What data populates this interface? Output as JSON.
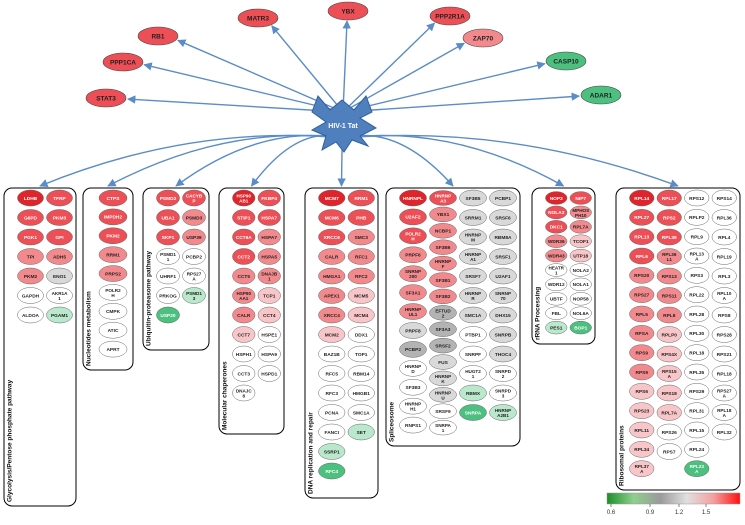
{
  "center": {
    "label": "HIV-1 Tat",
    "color": "#5b86bf"
  },
  "colors": {
    "red_dark": "#e0242b",
    "red": "#ec4f55",
    "red_mid": "#f28a8d",
    "red_light": "#f8c6c8",
    "white": "#ffffff",
    "grey_light": "#d9d9d9",
    "grey": "#b3b3b3",
    "green": "#4cc07f",
    "green_light": "#b9e8cc",
    "arrow": "#5a8cc7",
    "box_border": "#000000"
  },
  "top_nodes": [
    {
      "label": "MATR3",
      "color": "red"
    },
    {
      "label": "YBX",
      "color": "red"
    },
    {
      "label": "PPP2R1A",
      "color": "red"
    },
    {
      "label": "RB1",
      "color": "red"
    },
    {
      "label": "ZAP70",
      "color": "red_mid"
    },
    {
      "label": "PPP1CA",
      "color": "red"
    },
    {
      "label": "CASP10",
      "color": "green"
    },
    {
      "label": "ADAR1",
      "color": "green"
    },
    {
      "label": "STAT3",
      "color": "red"
    }
  ],
  "groups": [
    {
      "title": "Glycolysis/Pentose phosphate pathway",
      "cols": [
        [
          "LDHB",
          "G6PD",
          "PGK1",
          "TPI",
          "PKM2",
          "GAPDH",
          "ALDOA"
        ],
        [
          "TFRP",
          "PKM3",
          "GPI",
          "ADH5",
          "ENO1",
          "AKR1A 1",
          "PGAM1"
        ]
      ],
      "colors": [
        [
          "red_dark",
          "red",
          "red",
          "red_mid",
          "red_mid",
          "white",
          "white"
        ],
        [
          "red",
          "red",
          "red",
          "red_mid",
          "grey_light",
          "white",
          "green_light"
        ]
      ]
    },
    {
      "title": "Nucleotides metabolism",
      "cols": [
        [
          "CTPS",
          "IMPDH2",
          "PKM2",
          "RRM1",
          "PRPS2",
          "POLR2 H",
          "CMPK",
          "ATIC",
          "APRT"
        ]
      ],
      "colors": [
        [
          "red",
          "red",
          "red",
          "red_mid",
          "red_mid",
          "white",
          "white",
          "white",
          "white"
        ]
      ]
    },
    {
      "title": "Ubiquitin-proteasome pathway",
      "cols": [
        [
          "PSMD2",
          "UBA1",
          "SKP1",
          "PSMD1 1",
          "UHRF1",
          "PRKOG",
          "USP20"
        ],
        [
          "CACYB P",
          "PSMD3",
          "USP39",
          "PCBP2",
          "RPS27 A",
          "PSMD1 3"
        ]
      ],
      "colors": [
        [
          "red",
          "red",
          "red",
          "white",
          "white",
          "white",
          "green"
        ],
        [
          "red",
          "red_mid",
          "red_mid",
          "white",
          "white",
          "green_light"
        ]
      ]
    },
    {
      "title": "Molecular chaperones",
      "cols": [
        [
          "HSP90 AB1",
          "STIP1",
          "CCT6A",
          "CCT2",
          "CCT5",
          "HSP90 AA1",
          "CALR",
          "CCT7",
          "HSPH1",
          "CCT3",
          "DNAJC 8"
        ],
        [
          "FKBP4",
          "HSPA7",
          "HSPA7",
          "HSPA5",
          "DNAJB 1",
          "TCP1",
          "CCT4",
          "HSPE1",
          "HSPA9",
          "HSPD1"
        ]
      ],
      "colors": [
        [
          "red_dark",
          "red",
          "red",
          "red",
          "red_mid",
          "red_mid",
          "red_mid",
          "red_light",
          "white",
          "white",
          "white"
        ],
        [
          "red",
          "red",
          "red_mid",
          "red_mid",
          "red_mid",
          "red_light",
          "red_light",
          "white",
          "white",
          "white"
        ]
      ]
    },
    {
      "title": "DNA replication and repair",
      "cols": [
        [
          "MCM7",
          "MCM6",
          "XRCC6",
          "CALR",
          "HMGA1",
          "APEX1",
          "XRCC4",
          "MCM2",
          "BAZ1B",
          "RFC5",
          "RFC3",
          "PCNA",
          "FANCI",
          "SSRP1",
          "RFC4"
        ],
        [
          "RRM1",
          "PHB",
          "SMC3",
          "RFC1",
          "RFC2",
          "MCM5",
          "MCM4",
          "DDX1",
          "TOP1",
          "RBM14",
          "HMGB1",
          "SMC1A",
          "SET"
        ]
      ],
      "colors": [
        [
          "red_dark",
          "red",
          "red",
          "red_mid",
          "red_mid",
          "red_mid",
          "red_mid",
          "red_light",
          "white",
          "white",
          "white",
          "white",
          "white",
          "green_light",
          "green"
        ],
        [
          "red",
          "red",
          "red_mid",
          "red_mid",
          "red_mid",
          "red_light",
          "red_light",
          "white",
          "white",
          "white",
          "white",
          "white",
          "green_light"
        ]
      ]
    },
    {
      "title": "Spliceosome",
      "cols": [
        [
          "HNRNPL",
          "U2AF2",
          "POLR2 H",
          "PRPF6",
          "SNRNP 200",
          "SF3A1",
          "HNRNP UL1",
          "PRPF8",
          "PCBP2",
          "HNRNP D",
          "SF3B3",
          "HNRNP H1",
          "RNPS1"
        ],
        [
          "HNRNP A3",
          "YBX1",
          "NCBP1",
          "SF3B6",
          "HNRNP F",
          "SF3B1",
          "SF3B2",
          "EFTUD 2",
          "SF3A3",
          "SRSF2",
          "FUS",
          "HNRNP K",
          "HNRNP U",
          "SRSF9",
          "SNRPA 1"
        ],
        [
          "SF3B5",
          "SRRM1",
          "HNRNP M",
          "HNRNP A1",
          "SRSF7",
          "HNRNP R",
          "SMC1A",
          "PTBP1",
          "SNRPF",
          "HUGT2 1",
          "RBMX",
          "SNRPA"
        ],
        [
          "PCBP1",
          "SRSF6",
          "RBM8A",
          "SRSF1",
          "U2AF1",
          "SNRNP 70",
          "DHX15",
          "SNRPB",
          "THOC4",
          "SNRPD 2",
          "SNRPD 3",
          "HNRNP A2B1"
        ]
      ],
      "colors": [
        [
          "red_dark",
          "red",
          "red",
          "red_mid",
          "red_mid",
          "red_mid",
          "red_mid",
          "grey_light",
          "grey",
          "white",
          "white",
          "white",
          "white"
        ],
        [
          "red",
          "red_mid",
          "red_mid",
          "red_mid",
          "red_mid",
          "red_mid",
          "red_mid",
          "grey",
          "grey",
          "grey",
          "grey_light",
          "grey_light",
          "grey_light",
          "white",
          "white"
        ],
        [
          "grey_light",
          "grey_light",
          "grey_light",
          "grey_light",
          "grey_light",
          "grey_light",
          "grey_light",
          "white",
          "white",
          "white",
          "green_light",
          "green"
        ],
        [
          "grey_light",
          "grey_light",
          "grey_light",
          "grey_light",
          "grey_light",
          "grey_light",
          "grey_light",
          "grey_light",
          "grey_light",
          "white",
          "white",
          "green_light"
        ]
      ]
    },
    {
      "title": "rRNA Processing",
      "cols": [
        [
          "NOP2",
          "NOLA3",
          "DKC1",
          "WDR36",
          "WDR43",
          "HEATR 1",
          "WDR12",
          "UBTF",
          "FBL",
          "PES1"
        ],
        [
          "NIP7",
          "MPHOS PH10",
          "RPL7A",
          "TCOF1",
          "UTP18",
          "NOLA2",
          "NOLA1",
          "NOP58",
          "NOL6A",
          "BOP1"
        ]
      ],
      "colors": [
        [
          "red_dark",
          "red",
          "red",
          "red_mid",
          "red_mid",
          "white",
          "white",
          "white",
          "white",
          "green_light"
        ],
        [
          "red",
          "red_mid",
          "red_mid",
          "red_light",
          "red_light",
          "white",
          "white",
          "white",
          "white",
          "green"
        ]
      ]
    },
    {
      "title": "Ribosomal proteins",
      "cols": [
        [
          "RPL14",
          "RPL27",
          "RPL13",
          "RPL6",
          "RPS20",
          "RPS27",
          "RPL5",
          "RPSA",
          "RPS9",
          "RPS9",
          "RPS6",
          "RPS23",
          "RPL11",
          "RPL34",
          "RPL37 A"
        ],
        [
          "RPL17",
          "RPS2",
          "RPL39",
          "RPL36 L1",
          "RPS13",
          "RPS11",
          "RPL8",
          "RPLP0",
          "RPS4X",
          "RPS15 A",
          "RPS18",
          "RPL7A",
          "RPS26",
          "RPS7"
        ],
        [
          "RPS12",
          "RPLP2",
          "RPL9",
          "RPL13 A",
          "RPS3",
          "RPL22",
          "RPL28",
          "RPL30",
          "RPL18",
          "RPL35",
          "RPS29",
          "RPL31",
          "RPL15",
          "RPL24",
          "RPL23 A"
        ],
        [
          "RPS14",
          "RPL36",
          "RPL4",
          "RPL19",
          "RPL3",
          "RPL10 A",
          "RPS8",
          "RPS28",
          "RPS21",
          "RPL18",
          "RPS27 A",
          "RPL18 A",
          "RPL32"
        ]
      ],
      "colors": [
        [
          "red_dark",
          "red",
          "red",
          "red",
          "red_mid",
          "red_mid",
          "red_mid",
          "red_mid",
          "red_mid",
          "red_mid",
          "red_light",
          "red_light",
          "red_light",
          "red_light",
          "red_light"
        ],
        [
          "red",
          "red",
          "red",
          "red_mid",
          "red_mid",
          "red_mid",
          "red_mid",
          "red_light",
          "red_light",
          "red_light",
          "red_light",
          "red_light",
          "white",
          "white"
        ],
        [
          "white",
          "white",
          "white",
          "white",
          "white",
          "white",
          "white",
          "white",
          "white",
          "white",
          "white",
          "white",
          "white",
          "white",
          "green"
        ],
        [
          "white",
          "white",
          "white",
          "white",
          "white",
          "white",
          "white",
          "white",
          "white",
          "white",
          "white",
          "white",
          "white"
        ]
      ]
    }
  ],
  "legend": {
    "ticks": [
      "0.6",
      "0.9",
      "1.2",
      "1.5"
    ],
    "gradient": [
      "#1a8f2a",
      "#8fcf8f",
      "#9a9a9a",
      "#e0e0e0",
      "#f4a0a0",
      "#ff1010"
    ]
  }
}
